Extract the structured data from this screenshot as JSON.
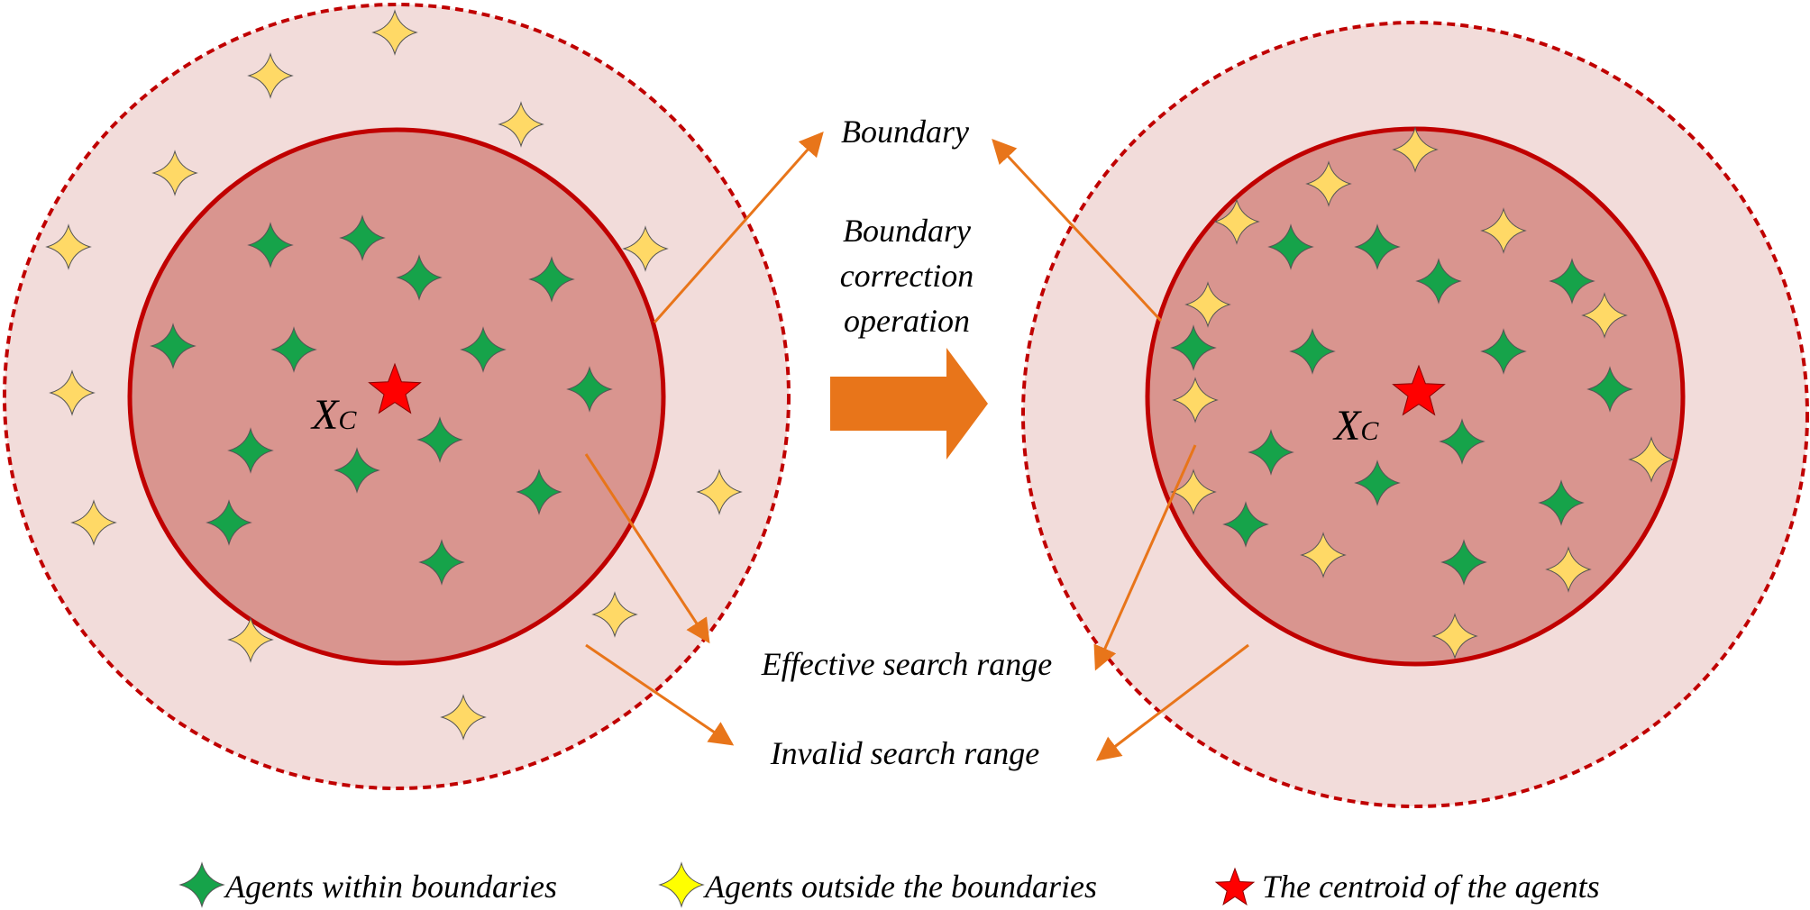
{
  "labels": {
    "boundary": "Boundary",
    "operation_line1": "Boundary",
    "operation_line2": "correction",
    "operation_line3": "operation",
    "effective": "Effective search range",
    "invalid": "Invalid search range",
    "centroid_main": "X",
    "centroid_sub": "C"
  },
  "legend": {
    "green": "Agents within boundaries",
    "yellow": "Agents outside the boundaries",
    "red": "The centroid of the agents"
  },
  "colors": {
    "outer_fill": "#f2dcda",
    "inner_fill": "#d9958f",
    "circle_stroke": "#c00000",
    "arrow": "#e8751a",
    "green_star": "#16a34a",
    "yellow_star": "#ffd966",
    "yellow_legend": "#ffff00",
    "red_star": "#ff0000"
  }
}
